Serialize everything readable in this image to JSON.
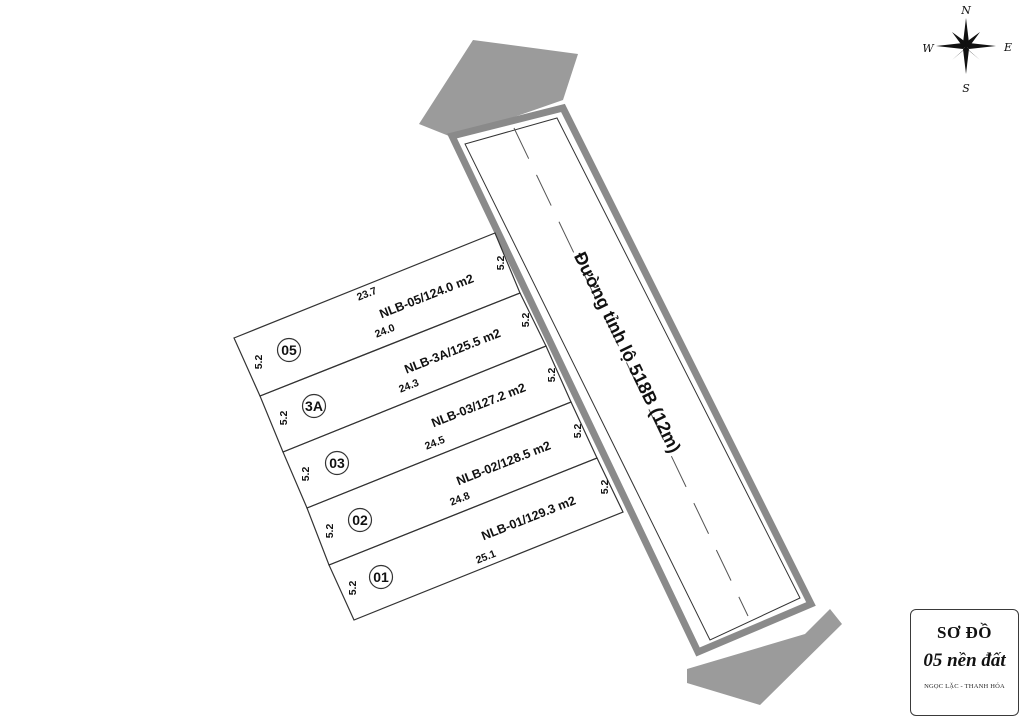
{
  "compass": {
    "n": "N",
    "e": "E",
    "s": "S",
    "w": "W"
  },
  "road": {
    "name": "Đường tỉnh lộ 518B (12m)"
  },
  "lots": [
    {
      "num": "05",
      "label": "NLB-05/124.0 m2",
      "top_dim": "23.7",
      "bottom_dim": "24.0",
      "left_dim": "5.2",
      "right_dim": "5.2"
    },
    {
      "num": "3A",
      "label": "NLB-3A/125.5 m2",
      "bottom_dim": "24.3",
      "left_dim": "5.2",
      "right_dim": "5.2"
    },
    {
      "num": "03",
      "label": "NLB-03/127.2 m2",
      "bottom_dim": "24.5",
      "left_dim": "5.2",
      "right_dim": "5.2"
    },
    {
      "num": "02",
      "label": "NLB-02/128.5 m2",
      "bottom_dim": "24.8",
      "left_dim": "5.2",
      "right_dim": "5.2"
    },
    {
      "num": "01",
      "label": "NLB-01/129.3 m2",
      "bottom_dim": "25.1",
      "left_dim": "5.2",
      "right_dim": "5.2"
    }
  ],
  "legend": {
    "line1": "SƠ ĐỒ",
    "line2": "05 nền đất",
    "line3": "NGỌC LẶC - THANH HÓA"
  },
  "colors": {
    "arrow": "#9b9b9b",
    "road_border": "#8a8a8a",
    "line": "#333333"
  }
}
